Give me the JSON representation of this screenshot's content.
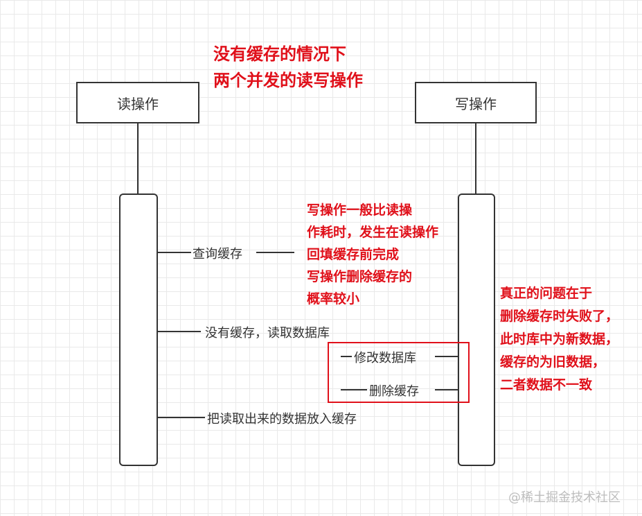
{
  "title": {
    "line1": "没有缓存的情况下",
    "line2": "两个并发的读写操作"
  },
  "actors": {
    "read": "读操作",
    "write": "写操作"
  },
  "messages": {
    "query_cache": "查询缓存",
    "no_cache_read_db": "没有缓存，读取数据库",
    "modify_db": "修改数据库",
    "delete_cache": "删除缓存",
    "put_cache": "把读取出来的数据放入缓存"
  },
  "notes": {
    "write_timing": [
      "写操作一般比读操",
      "作耗时，发生在读操作",
      "回填缓存前完成",
      "写操作删除缓存的",
      "概率较小"
    ],
    "real_problem": [
      "真正的问题在于",
      "删除缓存时失败了，",
      "此时库中为新数据，",
      "缓存的为旧数据，",
      "二者数据不一致"
    ]
  },
  "watermark": "@稀土掘金技术社区",
  "colors": {
    "annotation": "#e0101a",
    "line": "#333333"
  }
}
